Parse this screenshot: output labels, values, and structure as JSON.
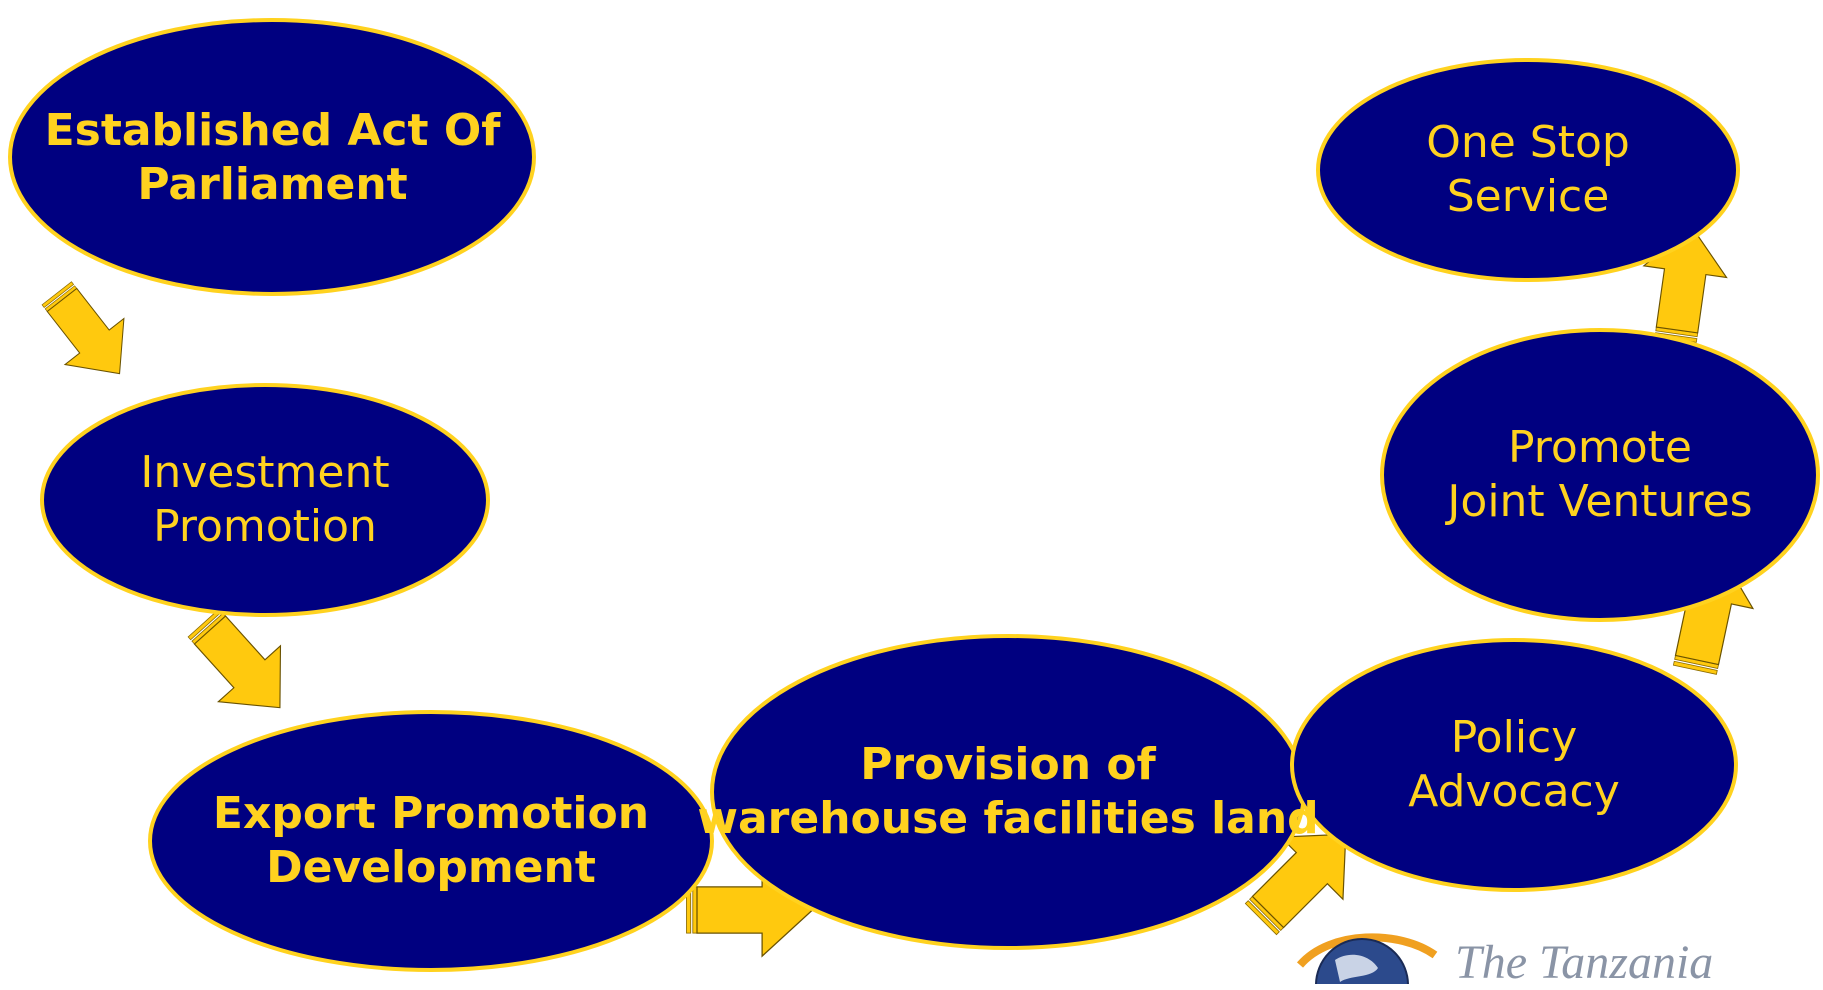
{
  "colors": {
    "node_fill": "#000080",
    "node_border": "#ffd21f",
    "text": "#ffd21f",
    "arrow": "#ffc90e"
  },
  "nodes": [
    {
      "id": "established-act",
      "lines": [
        "Established Act Of",
        "Parliament"
      ]
    },
    {
      "id": "investment-promotion",
      "lines": [
        "Investment",
        "Promotion"
      ]
    },
    {
      "id": "export-promotion",
      "lines": [
        "Export Promotion",
        "Development"
      ]
    },
    {
      "id": "provision-warehouse",
      "lines": [
        "Provision of",
        "warehouse facilities land"
      ]
    },
    {
      "id": "policy-advocacy",
      "lines": [
        "Policy",
        "Advocacy"
      ]
    },
    {
      "id": "promote-joint-ventures",
      "lines": [
        "Promote",
        "Joint Ventures"
      ]
    },
    {
      "id": "one-stop-service",
      "lines": [
        "One Stop",
        "Service"
      ]
    }
  ],
  "flow": [
    [
      "established-act",
      "investment-promotion"
    ],
    [
      "investment-promotion",
      "export-promotion"
    ],
    [
      "export-promotion",
      "provision-warehouse"
    ],
    [
      "provision-warehouse",
      "policy-advocacy"
    ],
    [
      "policy-advocacy",
      "promote-joint-ventures"
    ],
    [
      "promote-joint-ventures",
      "one-stop-service"
    ]
  ],
  "logo": {
    "icon": "globe-icon",
    "text": "The Tanzania"
  }
}
